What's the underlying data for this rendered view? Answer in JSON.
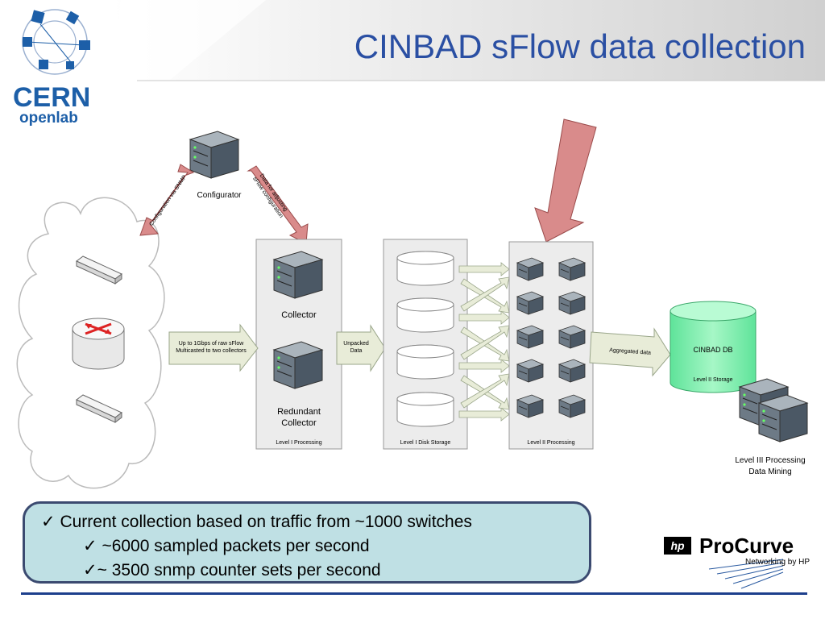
{
  "title": "CINBAD sFlow data collection",
  "logo": {
    "cern": "CERN",
    "openlab": "openlab"
  },
  "diagram": {
    "configurator": "Configurator",
    "config_arrow": "Configuration via SNMP",
    "data_arrow_line1": "Data for adjusting",
    "data_arrow_line2": "sFlow configuration",
    "collector": "Collector",
    "redundant_collector_line1": "Redundant",
    "redundant_collector_line2": "Collector",
    "level1_processing": "Level I Processing",
    "sflow_arrow_line1": "Up to 1Gbps of raw sFlow",
    "sflow_arrow_line2": "Multicasted to two collectors",
    "unpacked_line1": "Unpacked",
    "unpacked_line2": "Data",
    "level1_disk": "Level I Disk Storage",
    "level2_processing": "Level II Processing",
    "aggregated": "Aggregated data",
    "db_name": "CINBAD DB",
    "db_level": "Level II Storage",
    "level3_line1": "Level III Processing",
    "level3_line2": "Data Mining"
  },
  "bullets": [
    {
      "level": 1,
      "text": "Current collection based on traffic from ~1000 switches"
    },
    {
      "level": 2,
      "text": "~6000 sampled packets per second"
    },
    {
      "level": 2,
      "text": "~ 3500 snmp counter sets per second"
    }
  ],
  "procurve": {
    "hp": "hp",
    "name": "ProCurve",
    "sub": "Networking by HP"
  },
  "colors": {
    "title": "#2a4fa3",
    "arrow_red": "#d98b8b",
    "arrow_pale": "#e8ecd8",
    "db_green": "#7ff0b0",
    "bullet_bg": "#bfe0e4"
  }
}
